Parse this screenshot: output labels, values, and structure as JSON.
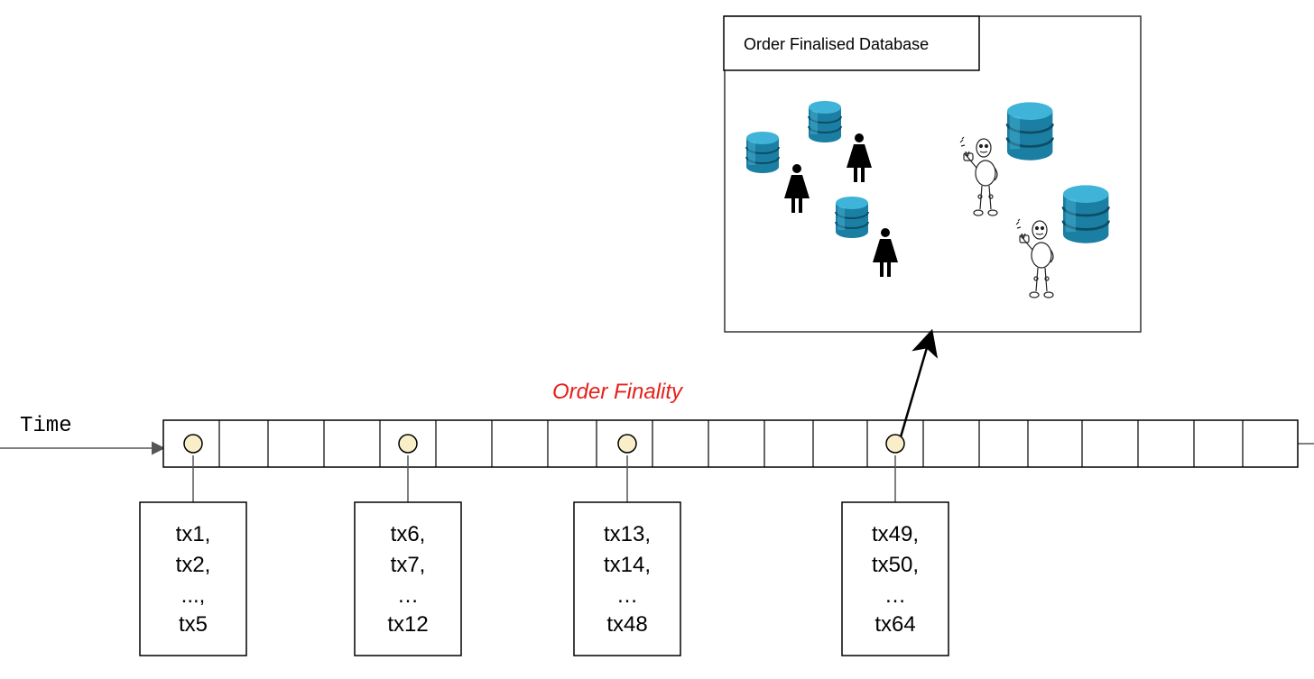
{
  "axis": {
    "label": "Time"
  },
  "finality": {
    "label": "Order Finality"
  },
  "database": {
    "title": "Order Finalised Database"
  },
  "batches": [
    {
      "lines": [
        "tx1,",
        "tx2,",
        "...,",
        "tx5"
      ]
    },
    {
      "lines": [
        "tx6,",
        "tx7,",
        "…",
        "tx12"
      ]
    },
    {
      "lines": [
        "tx13,",
        "tx14,",
        "…",
        "tx48"
      ]
    },
    {
      "lines": [
        "tx49,",
        "tx50,",
        "…",
        "tx64"
      ]
    }
  ],
  "colors": {
    "marker_fill": "#f8efc8",
    "finality_text": "#e6201c",
    "database_cylinder": "#1f8fb5",
    "line": "#555555"
  },
  "icons": [
    "database-icon",
    "woman-icon",
    "robot-sketch-icon",
    "arrow-icon"
  ]
}
